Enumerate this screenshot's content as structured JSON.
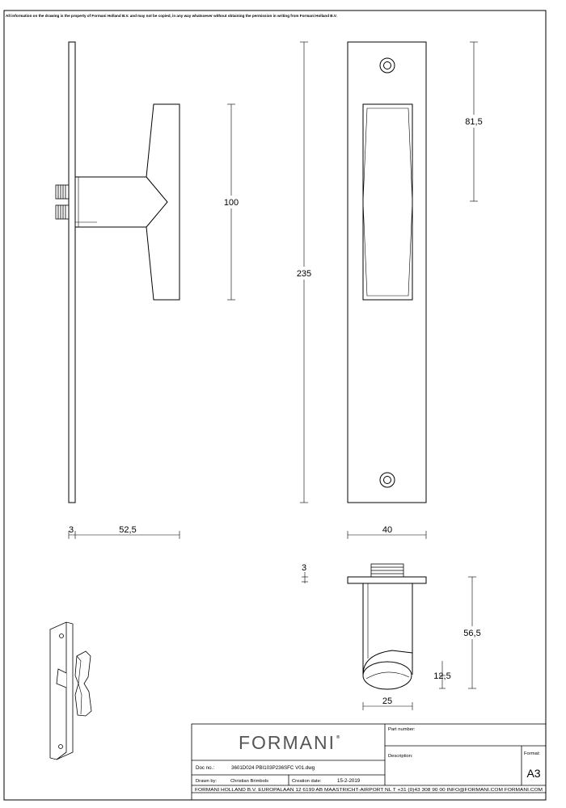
{
  "notice": "All information on the drawing is the property of Formani Holland B.V. and may not be copied, in any way whatsoever without obtaining the permission in writing from Formani Holland B.V.",
  "dimensions": {
    "handle_height": "100",
    "plate_height": "235",
    "top_offset": "81,5",
    "plate_thickness": "3",
    "projection": "52,5",
    "plate_width": "40",
    "rose_thickness": "3",
    "grip_length": "56,5",
    "grip_end": "12,5",
    "grip_diameter": "25"
  },
  "title_block": {
    "logo": "FORMANI",
    "registered": "®",
    "doc_no_label": "Doc no.:",
    "doc_no_value": "3601D024 PBI103P236SFC V01.dwg",
    "drawn_by_label": "Drawn by:",
    "drawn_by_value": "Christian Brimbols",
    "creation_date_label": "Creation date:",
    "creation_date_value": "15-2-2019",
    "part_number_label": "Part number:",
    "description_label": "Description:",
    "format_label": "Format:",
    "format_value": "A3",
    "footer": "FORMANI HOLLAND B.V.  EUROPALAAN 12  6199 AB MAASTRICHT-AIRPORT NL  T +31 (0)43 308 90 00 INFO@FORMANI.COM FORMANI.COM"
  }
}
